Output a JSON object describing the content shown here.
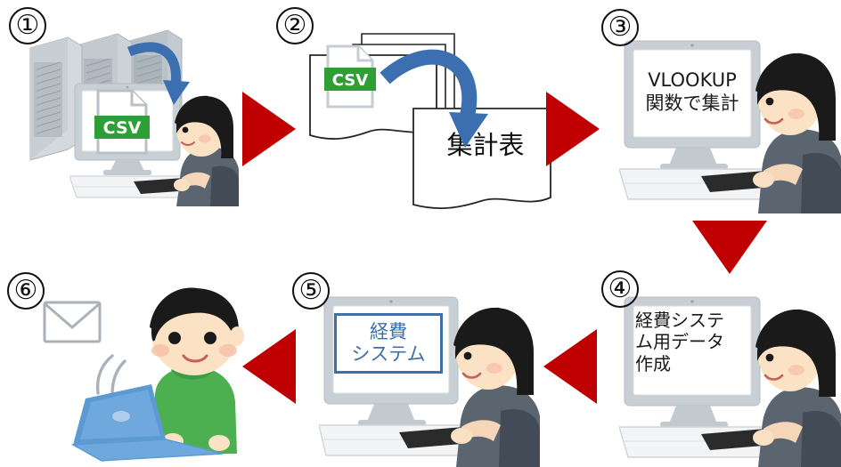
{
  "diagram": {
    "title": "manual expense data workflow",
    "colors": {
      "arrow_red": "#C00000",
      "arrow_blue": "#3B6FB0",
      "csv_green": "#2E9E37",
      "box_blue": "#3D6FA8",
      "server_gray": "#B9C0C6"
    },
    "steps": [
      {
        "id": "step-1",
        "number": "①",
        "caption": "",
        "screen_text": "",
        "icons": [
          "server-rack-icon",
          "csv-file-icon",
          "person-at-desktop",
          "blue-curved-arrow"
        ]
      },
      {
        "id": "step-2",
        "number": "②",
        "caption": "",
        "screen_text": "",
        "doc_label": "CSV",
        "target_doc_label": "集計表",
        "icons": [
          "csv-document-stack",
          "blue-curved-arrow",
          "tabulation-sheet"
        ]
      },
      {
        "id": "step-3",
        "number": "③",
        "screen_text": "VLOOKUP\n関数で集計",
        "icons": [
          "person-at-desktop"
        ]
      },
      {
        "id": "step-4",
        "number": "④",
        "screen_text": "経費システ\nム用データ\n作成",
        "icons": [
          "person-at-desktop"
        ]
      },
      {
        "id": "step-5",
        "number": "⑤",
        "screen_box_text": "経費\nシステム",
        "icons": [
          "person-at-desktop",
          "expense-system-box"
        ]
      },
      {
        "id": "step-6",
        "number": "⑥",
        "screen_text": "",
        "icons": [
          "boy-at-laptop",
          "envelope-icon",
          "motion-lines"
        ]
      }
    ],
    "arrows": [
      {
        "id": "arrow-1-to-2",
        "direction": "right"
      },
      {
        "id": "arrow-2-to-3",
        "direction": "right"
      },
      {
        "id": "arrow-3-to-4",
        "direction": "down"
      },
      {
        "id": "arrow-4-to-5",
        "direction": "left"
      },
      {
        "id": "arrow-5-to-6",
        "direction": "left"
      }
    ]
  }
}
